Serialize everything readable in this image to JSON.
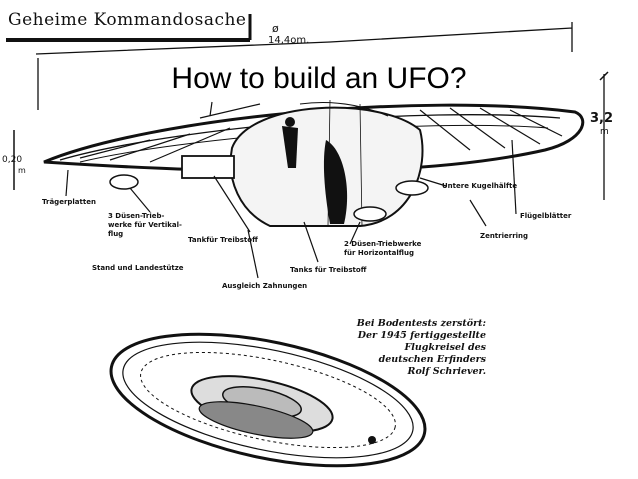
{
  "slide": {
    "title": "How to build an UFO?",
    "document_header": "Geheime Kommandosache"
  },
  "dimensions": {
    "diameter_symbol": "ø",
    "diameter": "14,4om.",
    "height": "3,2",
    "height_unit": "m",
    "rim": "0,20",
    "rim_unit": "m"
  },
  "labels": {
    "traegerplatten": "Trägerplatten",
    "duesen_vertikal": "3 Düsen-Trieb-\nwerke für Vertikal-\nflug",
    "tank_treibstoff": "Tankfür Treibstoff",
    "stand_landestuetze": "Stand und Landestütze",
    "ausgleich": "Ausgleich Zahnungen",
    "tanks_treibstoff": "Tanks für Treibstoff",
    "duesen_horizontal": "2 Düsen-Triebwerke\nfür Horizontalflug",
    "zentrierring": "Zentrierring",
    "untere_kugelhaelfte": "Untere Kugelhälfte",
    "fluegelblaetter": "Flügelblätter"
  },
  "caption": {
    "line1": "Bei Bodentests zerstört:",
    "line2": "Der 1945 fertiggestellte",
    "line3": "Flugkreisel des",
    "line4": "deutschen Erfinders",
    "line5": "Rolf Schriever."
  }
}
